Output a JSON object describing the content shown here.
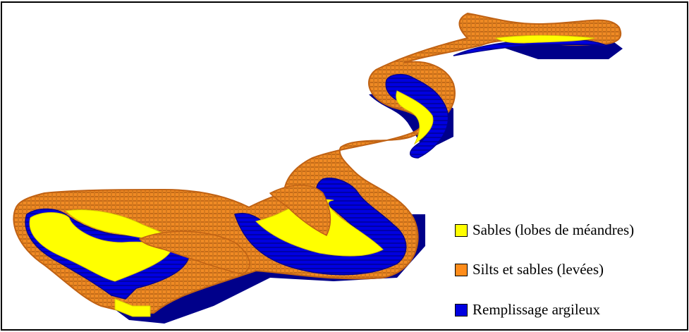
{
  "legend": {
    "items": [
      {
        "label": "Sables (lobes de méandres)",
        "color": "#ffff00"
      },
      {
        "label": "Silts et sables (levées)",
        "color": "#ff8c1a"
      },
      {
        "label": "Remplissage argileux",
        "color": "#0000e0"
      }
    ]
  },
  "colors": {
    "sand": "#ffff00",
    "levee": "#f08a24",
    "levee_shade": "#b0601a",
    "clay": "#0000e0",
    "clay_shade": "#00008a",
    "frame": "#000000"
  }
}
